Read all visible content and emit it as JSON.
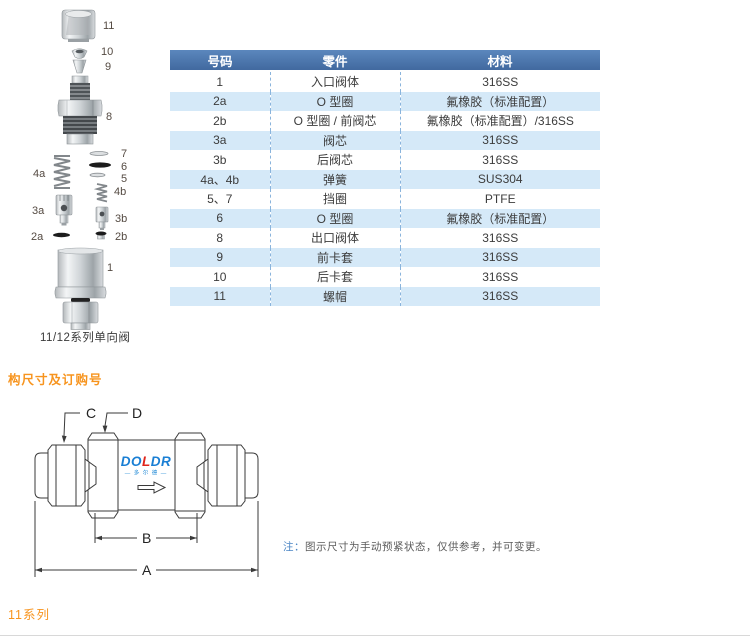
{
  "page": {
    "section_title": "构尺寸及订购号",
    "series_label": "11系列",
    "note_prefix": "注：",
    "note_text": "图示尺寸为手动预紧状态，仅供参考，并可变更。"
  },
  "parts_table": {
    "headers": [
      "号码",
      "零件",
      "材料"
    ],
    "rows": [
      [
        "1",
        "入口阀体",
        "316SS"
      ],
      [
        "2a",
        "O 型圈",
        "氟橡胶（标准配置）"
      ],
      [
        "2b",
        "O 型圈 / 前阀芯",
        "氟橡胶（标准配置）/316SS"
      ],
      [
        "3a",
        "阀芯",
        "316SS"
      ],
      [
        "3b",
        "后阀芯",
        "316SS"
      ],
      [
        "4a、4b",
        "弹簧",
        "SUS304"
      ],
      [
        "5、7",
        "挡圈",
        "PTFE"
      ],
      [
        "6",
        "O 型圈",
        "氟橡胶（标准配置）"
      ],
      [
        "8",
        "出口阀体",
        "316SS"
      ],
      [
        "9",
        "前卡套",
        "316SS"
      ],
      [
        "10",
        "后卡套",
        "316SS"
      ],
      [
        "11",
        "螺帽",
        "316SS"
      ]
    ]
  },
  "exploded_diagram": {
    "caption": "11/12系列单向阀",
    "labels": {
      "p11": "11",
      "p10": "10",
      "p9": "9",
      "p8": "8",
      "p7": "7",
      "p6": "6",
      "p5": "5",
      "p4b": "4b",
      "p4a": "4a",
      "p3b": "3b",
      "p3a": "3a",
      "p2b": "2b",
      "p2a": "2a",
      "p1": "1"
    }
  },
  "drawing": {
    "dim_c": "C",
    "dim_d": "D",
    "dim_b": "B",
    "dim_a": "A",
    "logo": {
      "seg1": "DO",
      "seg2": "L",
      "seg3": "DR",
      "subtext": "— 多 尔 德 —"
    }
  },
  "colors": {
    "table_header_bg": "#4a78b2",
    "table_row_alt_bg": "#d5e9f8",
    "accent_orange": "#f7941e",
    "logo_blue": "#1a7fd4",
    "logo_red": "#e0251b",
    "note_blue": "#4b86c4"
  }
}
